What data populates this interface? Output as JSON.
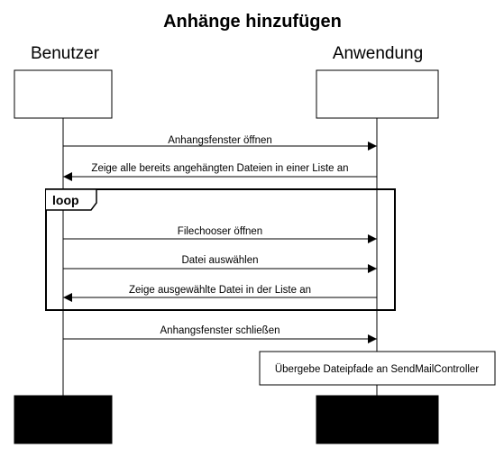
{
  "diagram": {
    "title": "Anhänge hinzufügen",
    "participants": [
      {
        "id": "benutzer",
        "name": "Benutzer"
      },
      {
        "id": "anwendung",
        "name": "Anwendung"
      }
    ],
    "messages": [
      {
        "id": "m1",
        "from": "benutzer",
        "to": "anwendung",
        "text": "Anhangsfenster öffnen"
      },
      {
        "id": "m2",
        "from": "anwendung",
        "to": "benutzer",
        "text": "Zeige alle bereits angehängten Dateien in einer Liste an"
      },
      {
        "id": "m3",
        "from": "benutzer",
        "to": "anwendung",
        "text": "Filechooser öffnen"
      },
      {
        "id": "m4",
        "from": "benutzer",
        "to": "anwendung",
        "text": "Datei auswählen"
      },
      {
        "id": "m5",
        "from": "anwendung",
        "to": "benutzer",
        "text": "Zeige ausgewählte Datei in der Liste an"
      },
      {
        "id": "m6",
        "from": "benutzer",
        "to": "anwendung",
        "text": "Anhangsfenster schließen"
      }
    ],
    "loop": {
      "label": "loop"
    },
    "note": {
      "text": "Übergebe Dateipfade an SendMailController"
    }
  }
}
